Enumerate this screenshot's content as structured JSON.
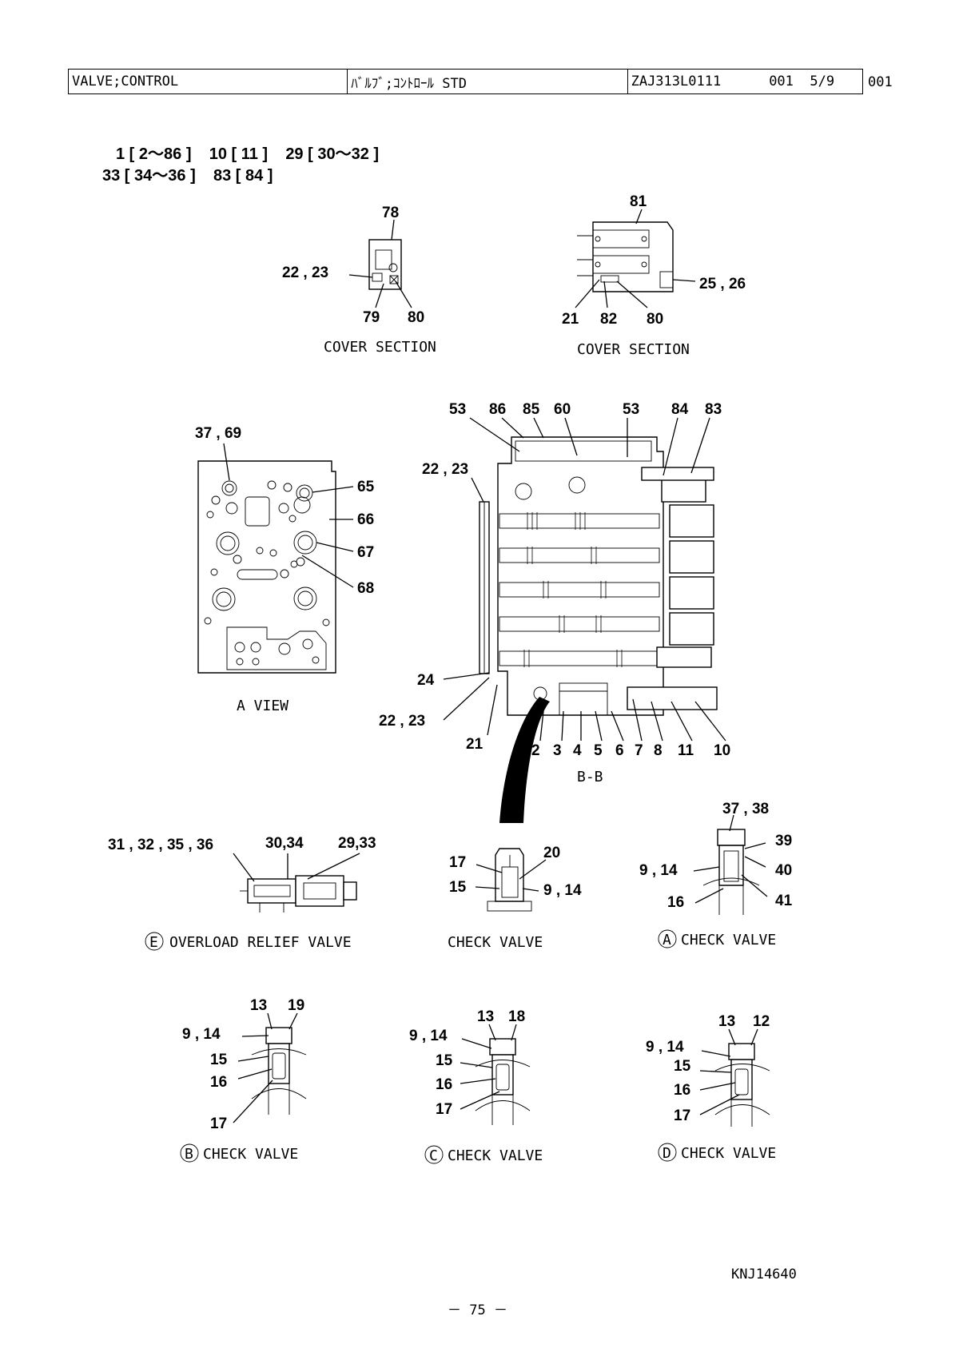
{
  "header": {
    "part_name": "VALVE;CONTROL",
    "part_name_jp": "ﾊﾞﾙﾌﾞ;ｺﾝﾄﾛｰﾙ STD",
    "part_number": "ZAJ313L0111",
    "sheet": "001  5/9",
    "page_id": "001"
  },
  "assembly_refs": {
    "line1": "1 [ 2～86 ]    10 [ 11 ]    29 [ 30～32 ]",
    "line2": "33 [ 34～36 ]    83 [ 84 ]"
  },
  "views": {
    "cover_section_left": {
      "caption": "COVER SECTION",
      "labels": {
        "top": "78",
        "left": "22 , 23",
        "bottom_a": "79",
        "bottom_b": "80"
      }
    },
    "cover_section_right": {
      "caption": "COVER SECTION",
      "labels": {
        "top": "81",
        "right": "25 , 26",
        "bottom_a": "21",
        "bottom_b": "82",
        "bottom_c": "80"
      }
    },
    "a_view": {
      "caption": "A VIEW",
      "labels": {
        "top": "37 , 69",
        "r1": "65",
        "r2": "66",
        "r3": "67",
        "r4": "68"
      }
    },
    "bb_section": {
      "caption": "B-B",
      "top_labels": [
        "53",
        "86",
        "85",
        "60",
        "53",
        "84",
        "83"
      ],
      "left_top": "22 , 23",
      "left_mid": "24",
      "left_bot": "22 , 23",
      "left_bot2": "21",
      "bottom_labels": [
        "2",
        "3",
        "4",
        "5",
        "6",
        "7",
        "8",
        "11",
        "10"
      ]
    },
    "overload_relief": {
      "caption": "OVERLOAD RELIEF VALVE",
      "marker": "E",
      "labels": {
        "a": "31 , 32 , 35 , 36",
        "b": "30,34",
        "c": "29,33"
      }
    },
    "check_valve_plain": {
      "caption": "CHECK VALVE",
      "labels": {
        "a": "17",
        "b": "20",
        "c": "15",
        "d": "9 , 14"
      }
    },
    "check_valve_a": {
      "caption": "CHECK VALVE",
      "marker": "A",
      "labels": {
        "top": "37 , 38",
        "r1": "39",
        "r2": "40",
        "r3": "41",
        "l1": "9 , 14",
        "l2": "16"
      }
    },
    "check_valve_b": {
      "caption": "CHECK VALVE",
      "marker": "B",
      "labels": {
        "t1": "13",
        "t2": "19",
        "l1": "9 , 14",
        "l2": "15",
        "l3": "16",
        "l4": "17"
      }
    },
    "check_valve_c": {
      "caption": "CHECK VALVE",
      "marker": "C",
      "labels": {
        "t1": "13",
        "t2": "18",
        "l1": "9 , 14",
        "l2": "15",
        "l3": "16",
        "l4": "17"
      }
    },
    "check_valve_d": {
      "caption": "CHECK VALVE",
      "marker": "D",
      "labels": {
        "t1": "13",
        "t2": "12",
        "l1": "9 , 14",
        "l2": "15",
        "l3": "16",
        "l4": "17"
      }
    }
  },
  "footer": {
    "drawing_code": "KNJ14640",
    "page_number": "－ 75 －"
  }
}
